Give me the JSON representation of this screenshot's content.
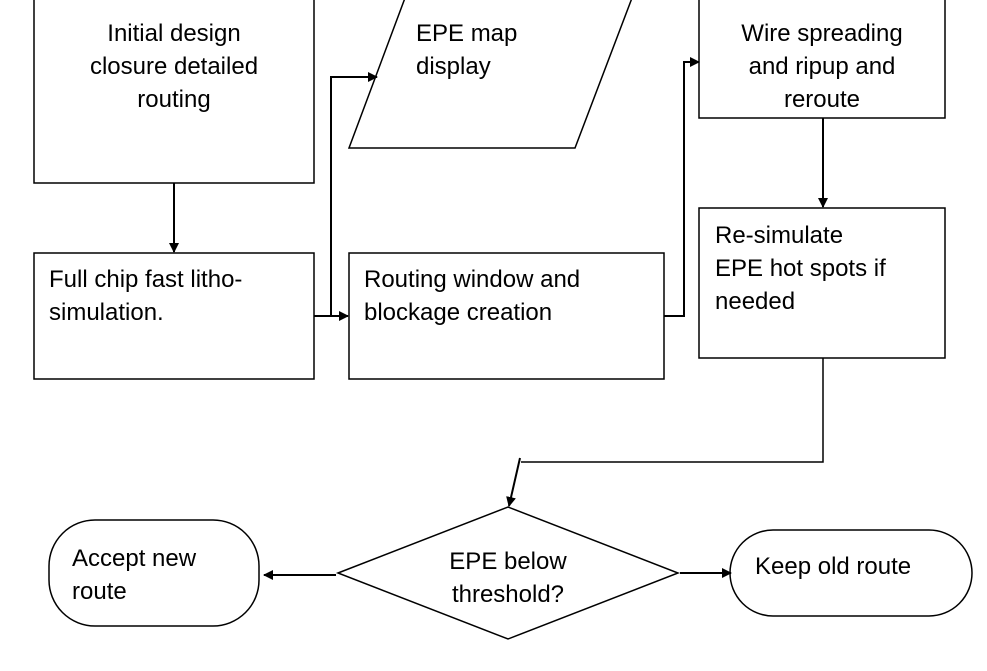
{
  "nodes": {
    "initial_design": {
      "lines": [
        "Initial design",
        "closure detailed",
        "routing"
      ]
    },
    "epe_map": {
      "lines": [
        "EPE map",
        "display"
      ]
    },
    "wire_spreading": {
      "lines": [
        "Wire spreading",
        "and ripup and",
        "reroute"
      ]
    },
    "full_chip": {
      "lines": [
        "Full chip fast litho-",
        "simulation."
      ]
    },
    "routing_window": {
      "lines": [
        "Routing window and",
        "blockage creation"
      ]
    },
    "resimulate": {
      "lines": [
        "Re-simulate",
        "EPE hot spots if",
        "needed"
      ]
    },
    "decision": {
      "lines": [
        "EPE below",
        "threshold?"
      ]
    },
    "accept": {
      "lines": [
        "Accept new",
        "route"
      ]
    },
    "keep": {
      "lines": [
        "Keep old route"
      ]
    }
  },
  "colors": {
    "stroke": "#000000",
    "fill": "#ffffff",
    "text": "#000000"
  }
}
